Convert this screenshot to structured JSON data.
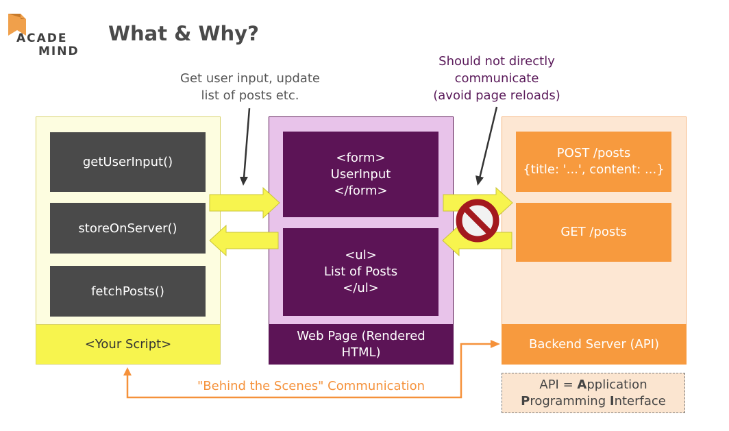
{
  "logo": {
    "line1": "ACADE",
    "line2": "MIND",
    "icon": "bookmark-icon"
  },
  "title": "What & Why?",
  "notes": {
    "user_input_line1": "Get user input, update",
    "user_input_line2": "list of posts etc.",
    "no_direct_line1": "Should not directly",
    "no_direct_line2": "communicate",
    "no_direct_line3": "(avoid page reloads)"
  },
  "script_panel": {
    "functions": [
      "getUserInput()",
      "storeOnServer()",
      "fetchPosts()"
    ],
    "label": "<Your Script>"
  },
  "web_page_panel": {
    "form_box": "<form>\nUserInput\n</form>",
    "list_box": "<ul>\nList of Posts\n</ul>",
    "label_line1": "Web Page (Rendered",
    "label_line2": "HTML)"
  },
  "backend_panel": {
    "post_box": "POST /posts\n{title: '...', content: ...}",
    "get_box": "GET /posts",
    "label": "Backend Server (API)"
  },
  "communication_label": "\"Behind the Scenes\" Communication",
  "api_definition": {
    "line1_prefix": "API = ",
    "line1_bold": "A",
    "line1_rest": "pplication",
    "line2_bold1": "P",
    "line2_rest1": "rogramming ",
    "line2_bold2": "I",
    "line2_rest2": "nterface"
  },
  "colors": {
    "script_bg": "#fdfde0",
    "script_accent": "#f7f44e",
    "web_bg": "#e8c3ea",
    "web_dark": "#5c1456",
    "backend_bg": "#fde7d3",
    "backend_accent": "#f79a3e",
    "dark_box": "#4a4a4a",
    "prohibited": "#c0262a"
  }
}
